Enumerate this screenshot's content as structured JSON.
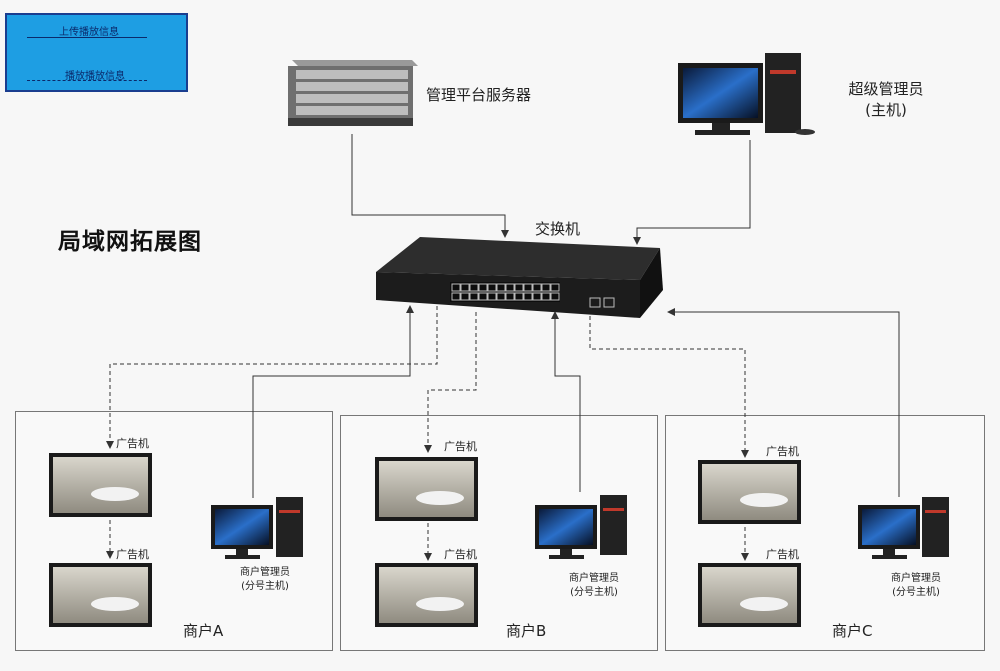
{
  "legend": {
    "solid_label": "上传播放信息",
    "dashed_label": "播放播放信息"
  },
  "diagram_title": "局域网拓展图",
  "server": {
    "label": "管理平台服务器"
  },
  "admin": {
    "label_line1": "超级管理员",
    "label_line2": "(主机)"
  },
  "switch": {
    "label": "交换机"
  },
  "merchants": [
    {
      "name": "商户A",
      "ad1": "广告机",
      "ad2": "广告机",
      "mgr_line1": "商户管理员",
      "mgr_line2": "(分号主机)"
    },
    {
      "name": "商户B",
      "ad1": "广告机",
      "ad2": "广告机",
      "mgr_line1": "商户管理员",
      "mgr_line2": "(分号主机)"
    },
    {
      "name": "商户C",
      "ad1": "广告机",
      "ad2": "广告机",
      "mgr_line1": "商户管理员",
      "mgr_line2": "(分号主机)"
    }
  ],
  "colors": {
    "legend_bg": "#1e9ee3",
    "legend_border": "#1a3d8f",
    "line": "#333333"
  }
}
